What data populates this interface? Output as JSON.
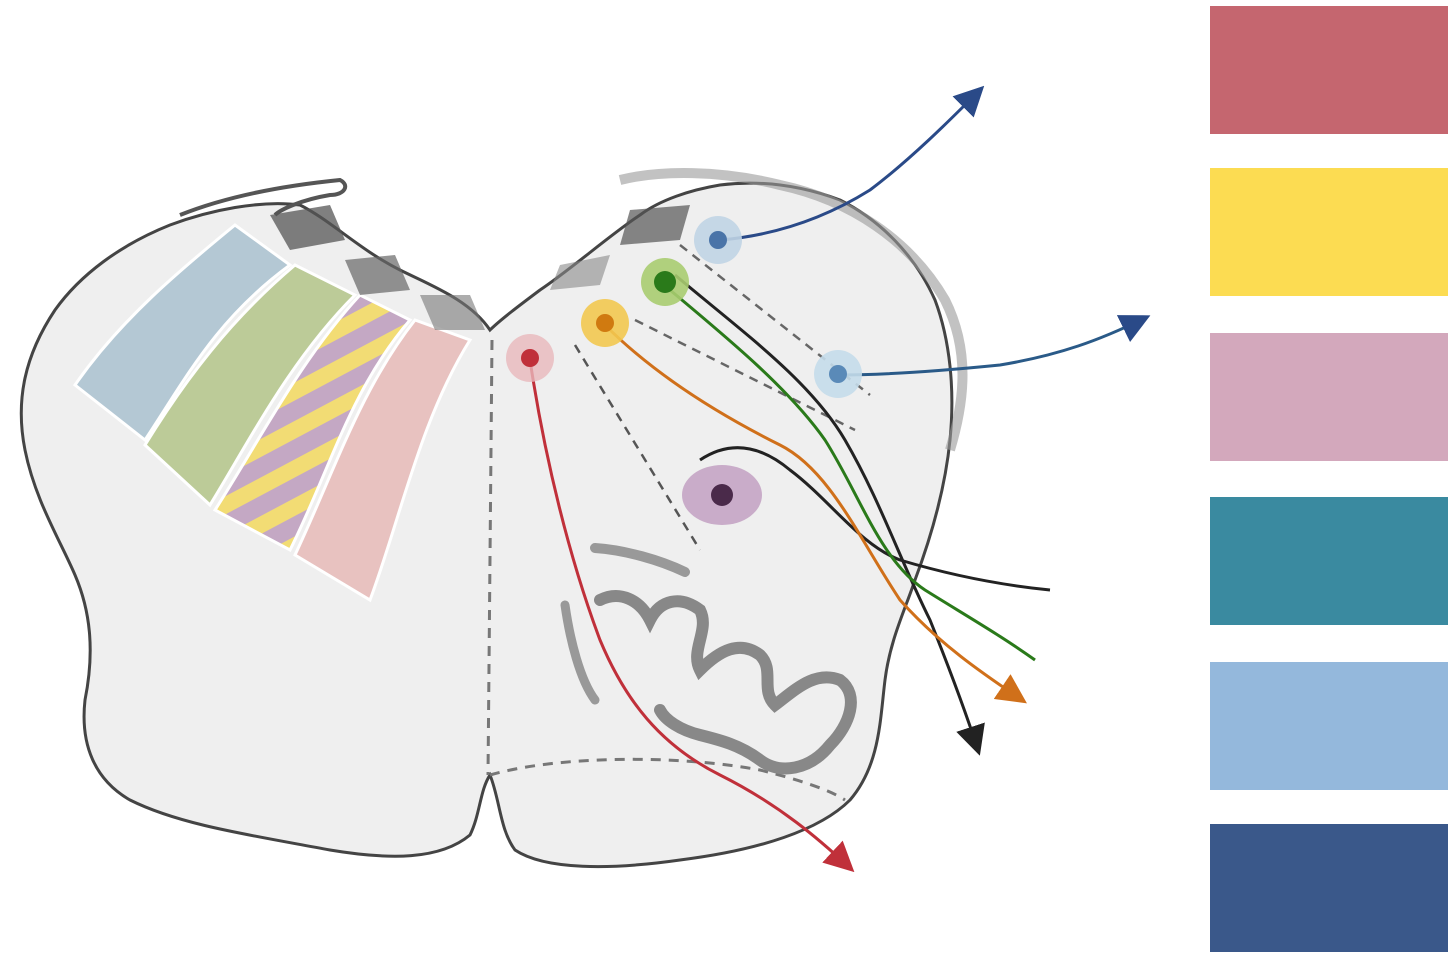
{
  "colors": {
    "outline": "#444444",
    "section_fill": "#efefef",
    "zone_blue": "#b4c8d4",
    "zone_green": "#bccb98",
    "zone_purple": "#c4a8c4",
    "zone_yellow": "#f2dc74",
    "zone_pink": "#e8c2c0",
    "nucleus_red": "#c0303a",
    "nucleus_yellow": "#e0a020",
    "nucleus_green": "#3a8a2a",
    "nucleus_purple": "#6a3a6a",
    "nucleus_lightblue": "#9ec4da",
    "nucleus_blue": "#2a4a88"
  },
  "legend": [
    {
      "name": "red",
      "color": "#c5666f"
    },
    {
      "name": "yellow",
      "color": "#fcdc52"
    },
    {
      "name": "pink",
      "color": "#d3a8bc"
    },
    {
      "name": "teal",
      "color": "#3a8aa0"
    },
    {
      "name": "light-blue",
      "color": "#94b8dc"
    },
    {
      "name": "dark-blue",
      "color": "#3a588a"
    }
  ]
}
